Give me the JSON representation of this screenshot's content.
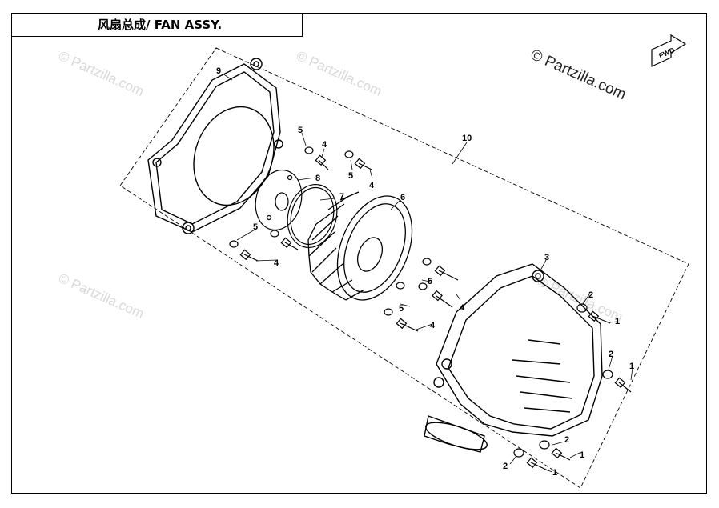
{
  "title": "风扇总成/ FAN ASSY.",
  "copyright": "© Partzilla.com",
  "watermark": "© Partzilla.com",
  "fwd_label": "FWD",
  "callouts": {
    "c10": "10",
    "c9": "9",
    "c8": "8",
    "c7": "7",
    "c6": "6",
    "c3": "3",
    "c5a": "5",
    "c5b": "5",
    "c5c": "5",
    "c5d": "5",
    "c5e": "5",
    "c4a": "4",
    "c4b": "4",
    "c4c": "4",
    "c4d": "4",
    "c4e": "4",
    "c2a": "2",
    "c2b": "2",
    "c2c": "2",
    "c2d": "2",
    "c1a": "1",
    "c1b": "1",
    "c1c": "1",
    "c1d": "1"
  },
  "colors": {
    "line": "#000000",
    "watermark": "#d8d8d8"
  }
}
